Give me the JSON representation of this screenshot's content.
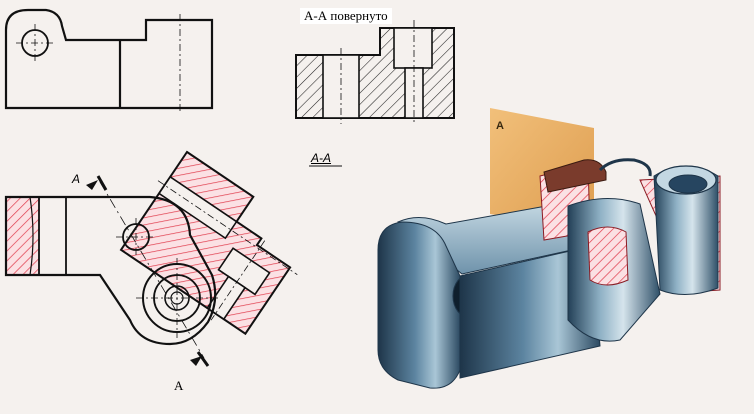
{
  "labels": {
    "section_rotated": "А-А повернуто",
    "section_aa": "A-A",
    "cut_marker_top": "A",
    "cut_marker_bottom": "А",
    "plane_label": "A"
  },
  "colors": {
    "line": "#111111",
    "hatch": "#e0394a",
    "hatch_fill": "#fbe1e4",
    "plane": "#e7a348",
    "metal_dark": "#1e3549",
    "metal_mid": "#4f7591",
    "metal_light": "#a9c6d6",
    "background": "#f5f1ee"
  }
}
